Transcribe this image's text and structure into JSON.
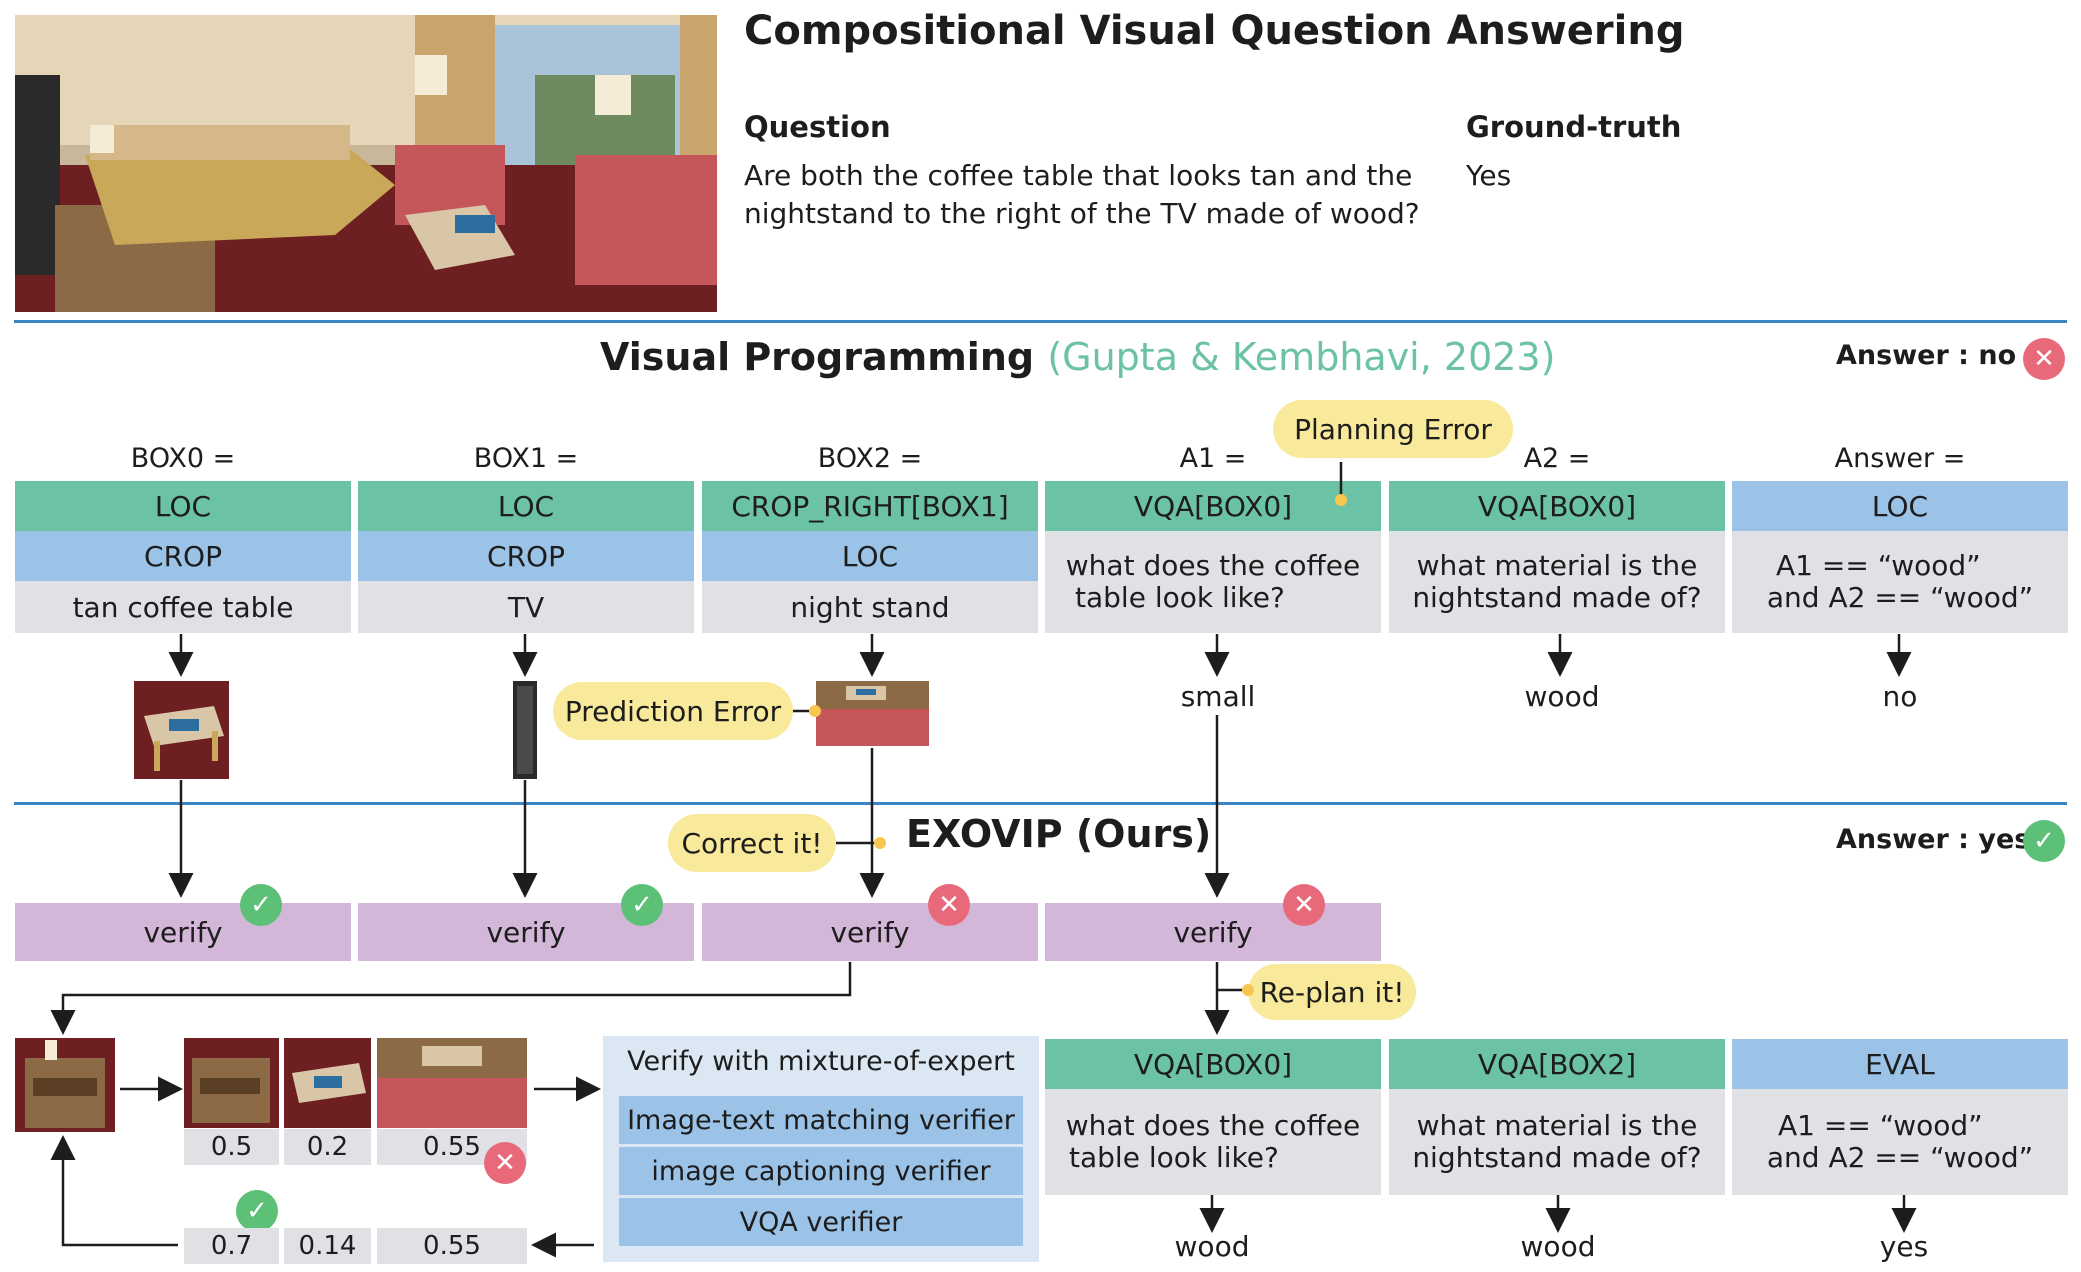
{
  "header": {
    "title": "Compositional Visual Question Answering",
    "question_label": "Question",
    "question_text_line1": "Are both the coffee table that looks tan and the",
    "question_text_line2": "nightstand to the right of the TV made of wood?",
    "gt_label": "Ground-truth",
    "gt_value": "Yes"
  },
  "visprog": {
    "title": "Visual Programming",
    "citation": "(Gupta & Kembhavi, 2023)",
    "answer_label": "Answer :",
    "answer_value": "no",
    "columns": [
      {
        "var": "BOX0 =",
        "op": "LOC",
        "sub": "CROP",
        "arg": "tan coffee table",
        "out": ""
      },
      {
        "var": "BOX1 =",
        "op": "LOC",
        "sub": "CROP",
        "arg": "TV",
        "out": ""
      },
      {
        "var": "BOX2 =",
        "op": "CROP_RIGHT[BOX1]",
        "sub": "LOC",
        "arg": "night stand",
        "out": ""
      },
      {
        "var": "A1 =",
        "op": "VQA[BOX0]",
        "arg_line1": "what does the coffee",
        "arg_line2": "table look like?",
        "out": "small"
      },
      {
        "var": "A2 =",
        "op": "VQA[BOX0]",
        "arg_line1": "what material is the",
        "arg_line2": "nightstand made of?",
        "out": "wood"
      },
      {
        "var": "Answer =",
        "op": "LOC",
        "arg_line1": "A1 == “wood”",
        "arg_line2": "and A2 == “wood”",
        "out": "no"
      }
    ],
    "planning_error": "Planning Error",
    "prediction_error": "Prediction Error"
  },
  "exovip": {
    "title": "EXOVIP (Ours)",
    "answer_label": "Answer :",
    "answer_value": "yes",
    "correct_it": "Correct it!",
    "replan_it": "Re-plan it!",
    "verify_label": "verify",
    "scores_top": [
      "0.5",
      "0.2",
      "0.55"
    ],
    "scores_bottom": [
      "0.7",
      "0.14",
      "0.55"
    ],
    "moe_title": "Verify with mixture-of-expert",
    "moe_items": [
      "Image-text matching verifier",
      "image captioning verifier",
      "VQA verifier"
    ],
    "replan_columns": [
      {
        "op": "VQA[BOX0]",
        "arg_line1": "what does the coffee",
        "arg_line2": "table look like?",
        "out": "wood"
      },
      {
        "op": "VQA[BOX2]",
        "arg_line1": "what material is the",
        "arg_line2": "nightstand made of?",
        "out": "wood"
      },
      {
        "op": "EVAL",
        "arg_line1": "A1 == “wood”",
        "arg_line2": "and A2 == “wood”",
        "out": "yes"
      }
    ]
  },
  "icons": {
    "check": "check-circle-icon",
    "cross": "cross-circle-icon"
  },
  "colors": {
    "accent_green": "#6cc2a4",
    "accent_blue": "#9bc3e7",
    "verify_purple": "#d3b7d8",
    "callout_yellow": "#f9e99a",
    "rule_blue": "#3a86c4",
    "ok_green": "#5cc077",
    "error_red": "#e86a7a"
  }
}
